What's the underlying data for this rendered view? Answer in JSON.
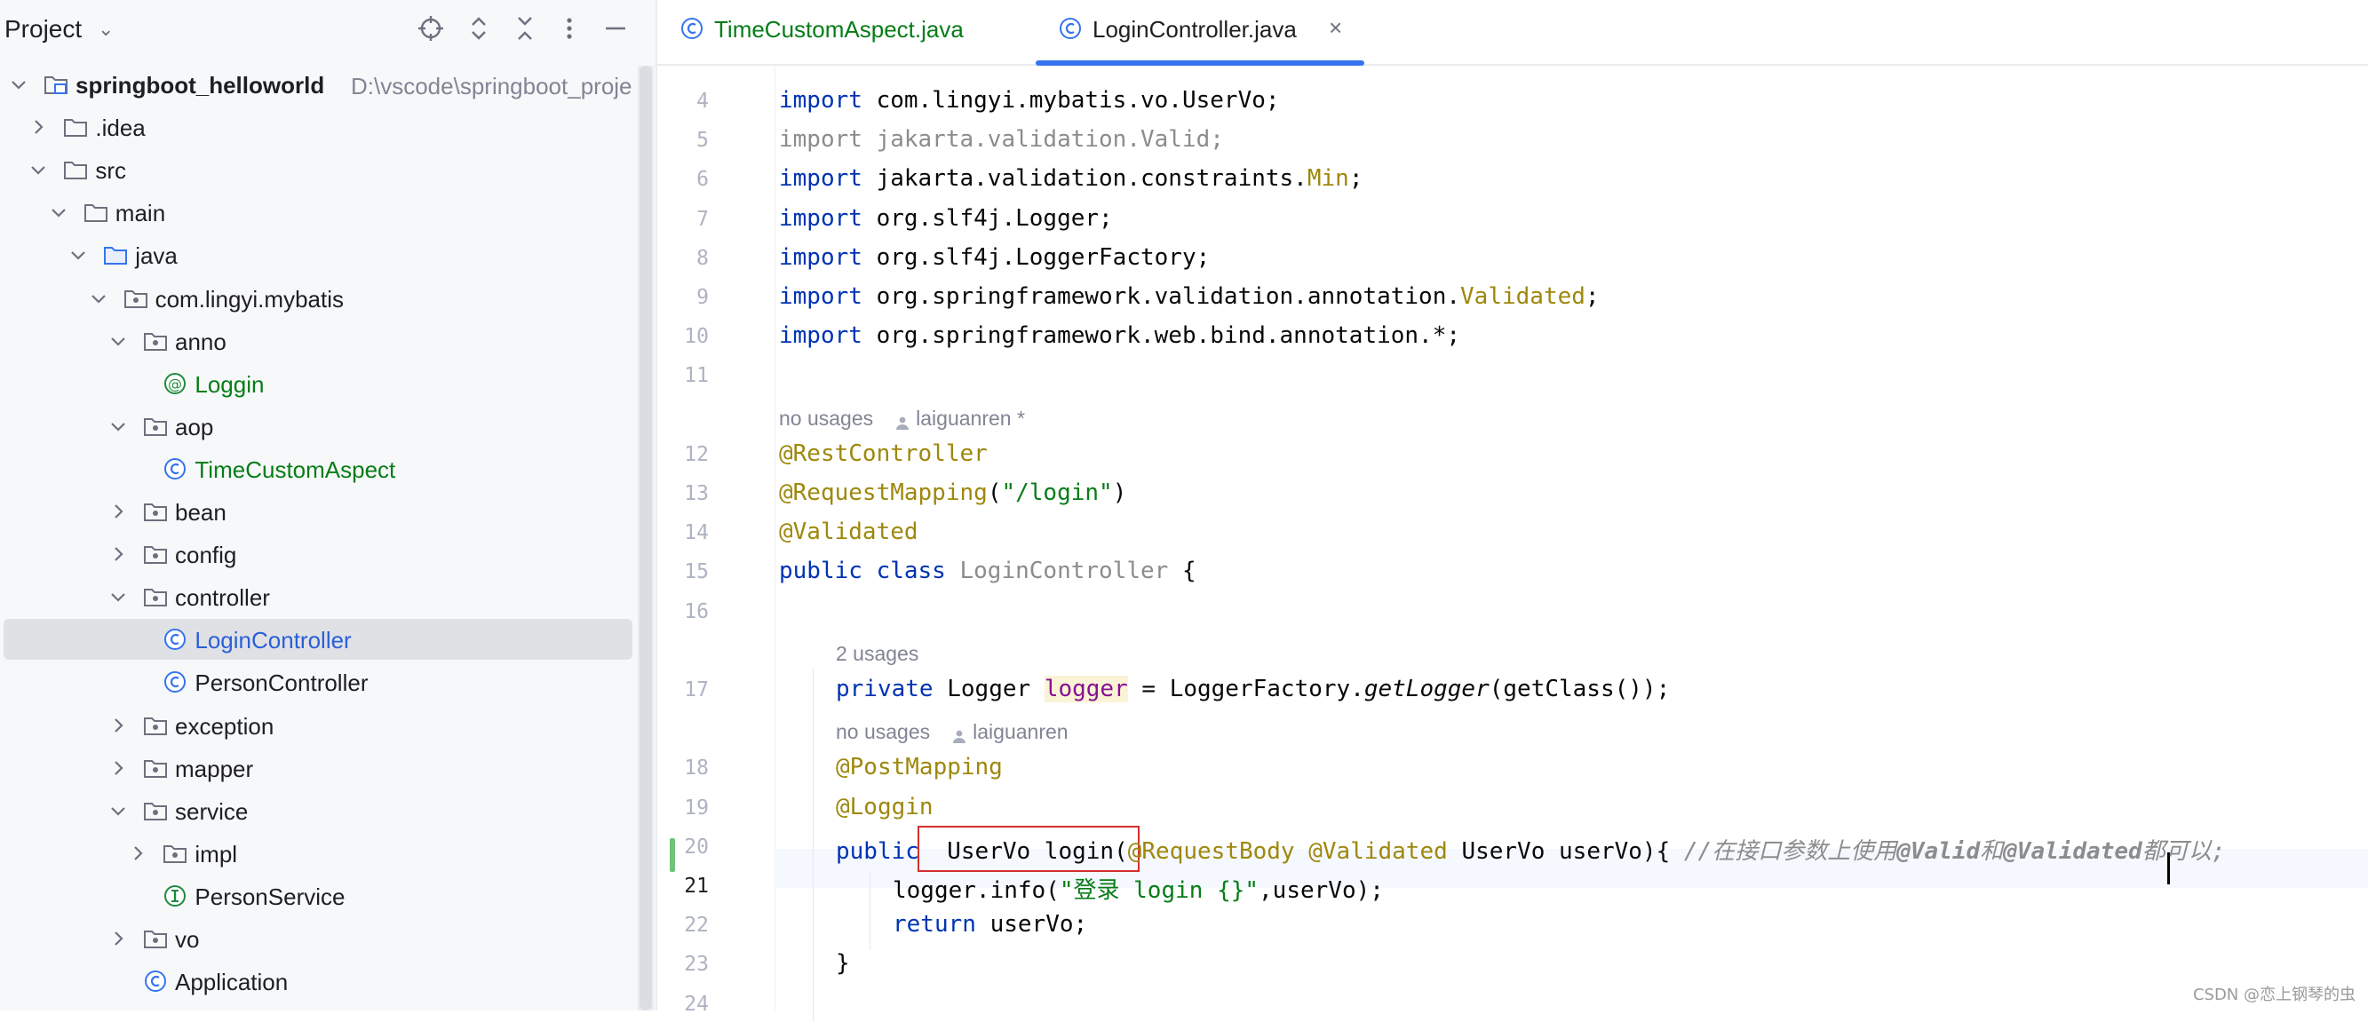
{
  "project_panel": {
    "title": "Project",
    "tree": [
      {
        "label": "springboot_helloworld",
        "path": "D:\\vscode\\springboot_proje",
        "icon": "module-folder-icon",
        "depth": 0,
        "expanded": true,
        "bold": true
      },
      {
        "label": ".idea",
        "icon": "folder-icon",
        "depth": 1,
        "expanded": false
      },
      {
        "label": "src",
        "icon": "folder-icon",
        "depth": 1,
        "expanded": true
      },
      {
        "label": "main",
        "icon": "folder-icon",
        "depth": 2,
        "expanded": true
      },
      {
        "label": "java",
        "icon": "source-folder-icon",
        "depth": 3,
        "expanded": true
      },
      {
        "label": "com.lingyi.mybatis",
        "icon": "package-icon",
        "depth": 4,
        "expanded": true
      },
      {
        "label": "anno",
        "icon": "package-icon",
        "depth": 5,
        "expanded": true
      },
      {
        "label": "Loggin",
        "icon": "annotation-icon",
        "depth": 6,
        "color": "green"
      },
      {
        "label": "aop",
        "icon": "package-icon",
        "depth": 5,
        "expanded": true
      },
      {
        "label": "TimeCustomAspect",
        "icon": "class-icon",
        "depth": 6,
        "color": "green"
      },
      {
        "label": "bean",
        "icon": "package-icon",
        "depth": 5,
        "expanded": false
      },
      {
        "label": "config",
        "icon": "package-icon",
        "depth": 5,
        "expanded": false
      },
      {
        "label": "controller",
        "icon": "package-icon",
        "depth": 5,
        "expanded": true
      },
      {
        "label": "LoginController",
        "icon": "class-icon",
        "depth": 6,
        "color": "blue",
        "selected": true
      },
      {
        "label": "PersonController",
        "icon": "class-icon",
        "depth": 6
      },
      {
        "label": "exception",
        "icon": "package-icon",
        "depth": 5,
        "expanded": false
      },
      {
        "label": "mapper",
        "icon": "package-icon",
        "depth": 5,
        "expanded": false
      },
      {
        "label": "service",
        "icon": "package-icon",
        "depth": 5,
        "expanded": true
      },
      {
        "label": "impl",
        "icon": "package-icon",
        "depth": 6,
        "expanded": false
      },
      {
        "label": "PersonService",
        "icon": "interface-icon",
        "depth": 6
      },
      {
        "label": "vo",
        "icon": "package-icon",
        "depth": 5,
        "expanded": false
      },
      {
        "label": "Application",
        "icon": "class-icon",
        "depth": 5
      }
    ]
  },
  "tabs": [
    {
      "label": "TimeCustomAspect.java",
      "active": false,
      "color": "green"
    },
    {
      "label": "LoginController.java",
      "active": true,
      "closable": true
    }
  ],
  "editor": {
    "current_line": 21,
    "lines": [
      {
        "num": 4,
        "segs": [
          [
            "kw",
            "import"
          ],
          [
            "",
            "com.lingyi.mybatis.vo.UserVo;"
          ]
        ]
      },
      {
        "num": 5,
        "segs": [
          [
            "gray",
            "import jakarta.validation.Valid;"
          ]
        ]
      },
      {
        "num": 6,
        "segs": [
          [
            "kw",
            "import"
          ],
          [
            "",
            "jakarta.validation.constraints."
          ],
          [
            "ann",
            "Min"
          ],
          [
            "",
            ";"
          ]
        ]
      },
      {
        "num": 7,
        "segs": [
          [
            "kw",
            "import"
          ],
          [
            "",
            "org.slf4j.Logger;"
          ]
        ]
      },
      {
        "num": 8,
        "segs": [
          [
            "kw",
            "import"
          ],
          [
            "",
            "org.slf4j.LoggerFactory;"
          ]
        ]
      },
      {
        "num": 9,
        "segs": [
          [
            "kw",
            "import"
          ],
          [
            "",
            "org.springframework.validation.annotation."
          ],
          [
            "ann",
            "Validated"
          ],
          [
            "",
            ";"
          ]
        ]
      },
      {
        "num": 10,
        "segs": [
          [
            "kw",
            "import"
          ],
          [
            "",
            "org.springframework.web.bind.annotation.*;"
          ]
        ]
      },
      {
        "num": 11,
        "segs": []
      },
      {
        "inlay": "no usages",
        "author": "laiguanren *"
      },
      {
        "num": 12,
        "segs": [
          [
            "ann",
            "@RestController"
          ]
        ]
      },
      {
        "num": 13,
        "segs": [
          [
            "ann",
            "@RequestMapping"
          ],
          [
            "",
            "("
          ],
          [
            "str",
            "\"/login\""
          ],
          [
            "",
            ")"
          ]
        ]
      },
      {
        "num": 14,
        "segs": [
          [
            "ann",
            "@Validated"
          ]
        ]
      },
      {
        "num": 15,
        "segs": [
          [
            "kw",
            "public class"
          ],
          [
            "gray",
            "LoginController"
          ],
          [
            "",
            "{"
          ]
        ]
      },
      {
        "num": 16,
        "segs": []
      },
      {
        "inlay": "2 usages",
        "indent": 1
      },
      {
        "num": 17,
        "indent": 1,
        "segs": [
          [
            "kw",
            "private"
          ],
          [
            "",
            "Logger"
          ],
          [
            "fld",
            "logger"
          ],
          [
            "",
            "= LoggerFactory."
          ],
          [
            "italic",
            "getLogger"
          ],
          [
            "",
            "(getClass());"
          ]
        ]
      },
      {
        "inlay": "no usages",
        "author": "laiguanren",
        "indent": 1
      },
      {
        "num": 18,
        "indent": 1,
        "segs": [
          [
            "ann",
            "@PostMapping"
          ]
        ]
      },
      {
        "num": 19,
        "indent": 1,
        "segs": [
          [
            "ann",
            "@Loggin"
          ]
        ]
      },
      {
        "num": 20,
        "indent": 1,
        "segs": [
          [
            "kw",
            "public"
          ],
          [
            "",
            "  UserVo login("
          ],
          [
            "ann",
            "@RequestBody"
          ],
          [
            "",
            ""
          ],
          [
            "ann",
            "@Validated"
          ],
          [
            "",
            "UserVo userVo){ "
          ],
          [
            "cmt",
            "//在接口参数上使用"
          ],
          [
            "cmt-b",
            "@Valid"
          ],
          [
            "cmt",
            "和"
          ],
          [
            "cmt-b",
            "@Validated"
          ],
          [
            "cmt",
            "都可以;"
          ]
        ]
      },
      {
        "num": 21,
        "indent": 2,
        "segs": [
          [
            "",
            "logger.info("
          ],
          [
            "str",
            "\"登录 login {}\""
          ],
          [
            "",
            ",userVo);"
          ]
        ]
      },
      {
        "num": 22,
        "indent": 2,
        "segs": [
          [
            "kw",
            "return"
          ],
          [
            "",
            "userVo;"
          ]
        ]
      },
      {
        "num": 23,
        "indent": 1,
        "segs": [
          [
            "",
            "}"
          ]
        ]
      },
      {
        "num": 24,
        "segs": []
      }
    ]
  },
  "watermark": "CSDN @恋上钢琴的虫",
  "colors": {
    "accent": "#3574f0",
    "highlight_box": "#d32f2f",
    "annotation": "#9e880d",
    "keyword": "#0033b3",
    "string": "#067d17"
  }
}
